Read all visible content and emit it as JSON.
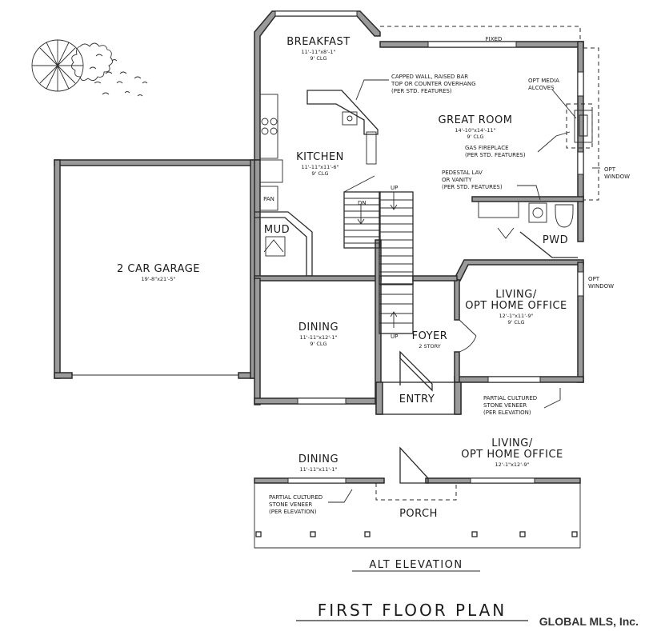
{
  "rooms": {
    "breakfast": {
      "name": "BREAKFAST",
      "dims": "11'-11\"x8'-1\"",
      "clg": "9' CLG"
    },
    "kitchen": {
      "name": "KITCHEN",
      "dims": "11'-11\"x11'-6\"",
      "clg": "9' CLG"
    },
    "great_room": {
      "name": "GREAT ROOM",
      "dims": "14'-10\"x14'-11\"",
      "clg": "9' CLG"
    },
    "garage": {
      "name": "2 CAR GARAGE",
      "dims": "19'-8\"x21'-5\""
    },
    "dining": {
      "name": "DINING",
      "dims": "11'-11\"x12'-1\"",
      "clg": "9' CLG"
    },
    "living": {
      "name1": "LIVING/",
      "name2": "OPT HOME OFFICE",
      "dims": "12'-1\"x11'-9\"",
      "clg": "9' CLG"
    },
    "foyer": {
      "name": "FOYER",
      "sub": "2 STORY"
    },
    "mud": {
      "name": "MUD"
    },
    "pan": {
      "name": "PAN"
    },
    "pwd": {
      "name": "PWD"
    },
    "entry": {
      "name": "ENTRY"
    }
  },
  "notes": {
    "fixed": "FIXED",
    "capped_wall": [
      "CAPPED WALL, RAISED BAR",
      "TOP OR COUNTER OVERHANG",
      "(PER STD. FEATURES)"
    ],
    "opt_media": [
      "OPT MEDIA",
      "ALCOVES"
    ],
    "gas_fireplace": [
      "GAS FIREPLACE",
      "(PER STD. FEATURES)"
    ],
    "opt_window_1": [
      "OPT",
      "WINDOW"
    ],
    "opt_window_2": [
      "OPT",
      "WINDOW"
    ],
    "pedestal": [
      "PEDESTAL LAV",
      "OR VANITY",
      "(PER STD. FEATURES)"
    ],
    "stone_veneer": [
      "PARTIAL CULTURED",
      "STONE VENEER",
      "(PER ELEVATION)"
    ],
    "dn": "DN",
    "up1": "UP",
    "up2": "UP"
  },
  "alt": {
    "dining": {
      "name": "DINING",
      "dims": "11'-11\"x11'-1\""
    },
    "living": {
      "name1": "LIVING/",
      "name2": "OPT HOME OFFICE",
      "dims": "12'-1\"x12'-9\""
    },
    "porch": "PORCH",
    "stone_veneer": [
      "PARTIAL CULTURED",
      "STONE VENEER",
      "(PER ELEVATION)"
    ],
    "title": "ALT ELEVATION"
  },
  "title": "FIRST FLOOR PLAN",
  "brand": "GLOBAL MLS, Inc."
}
